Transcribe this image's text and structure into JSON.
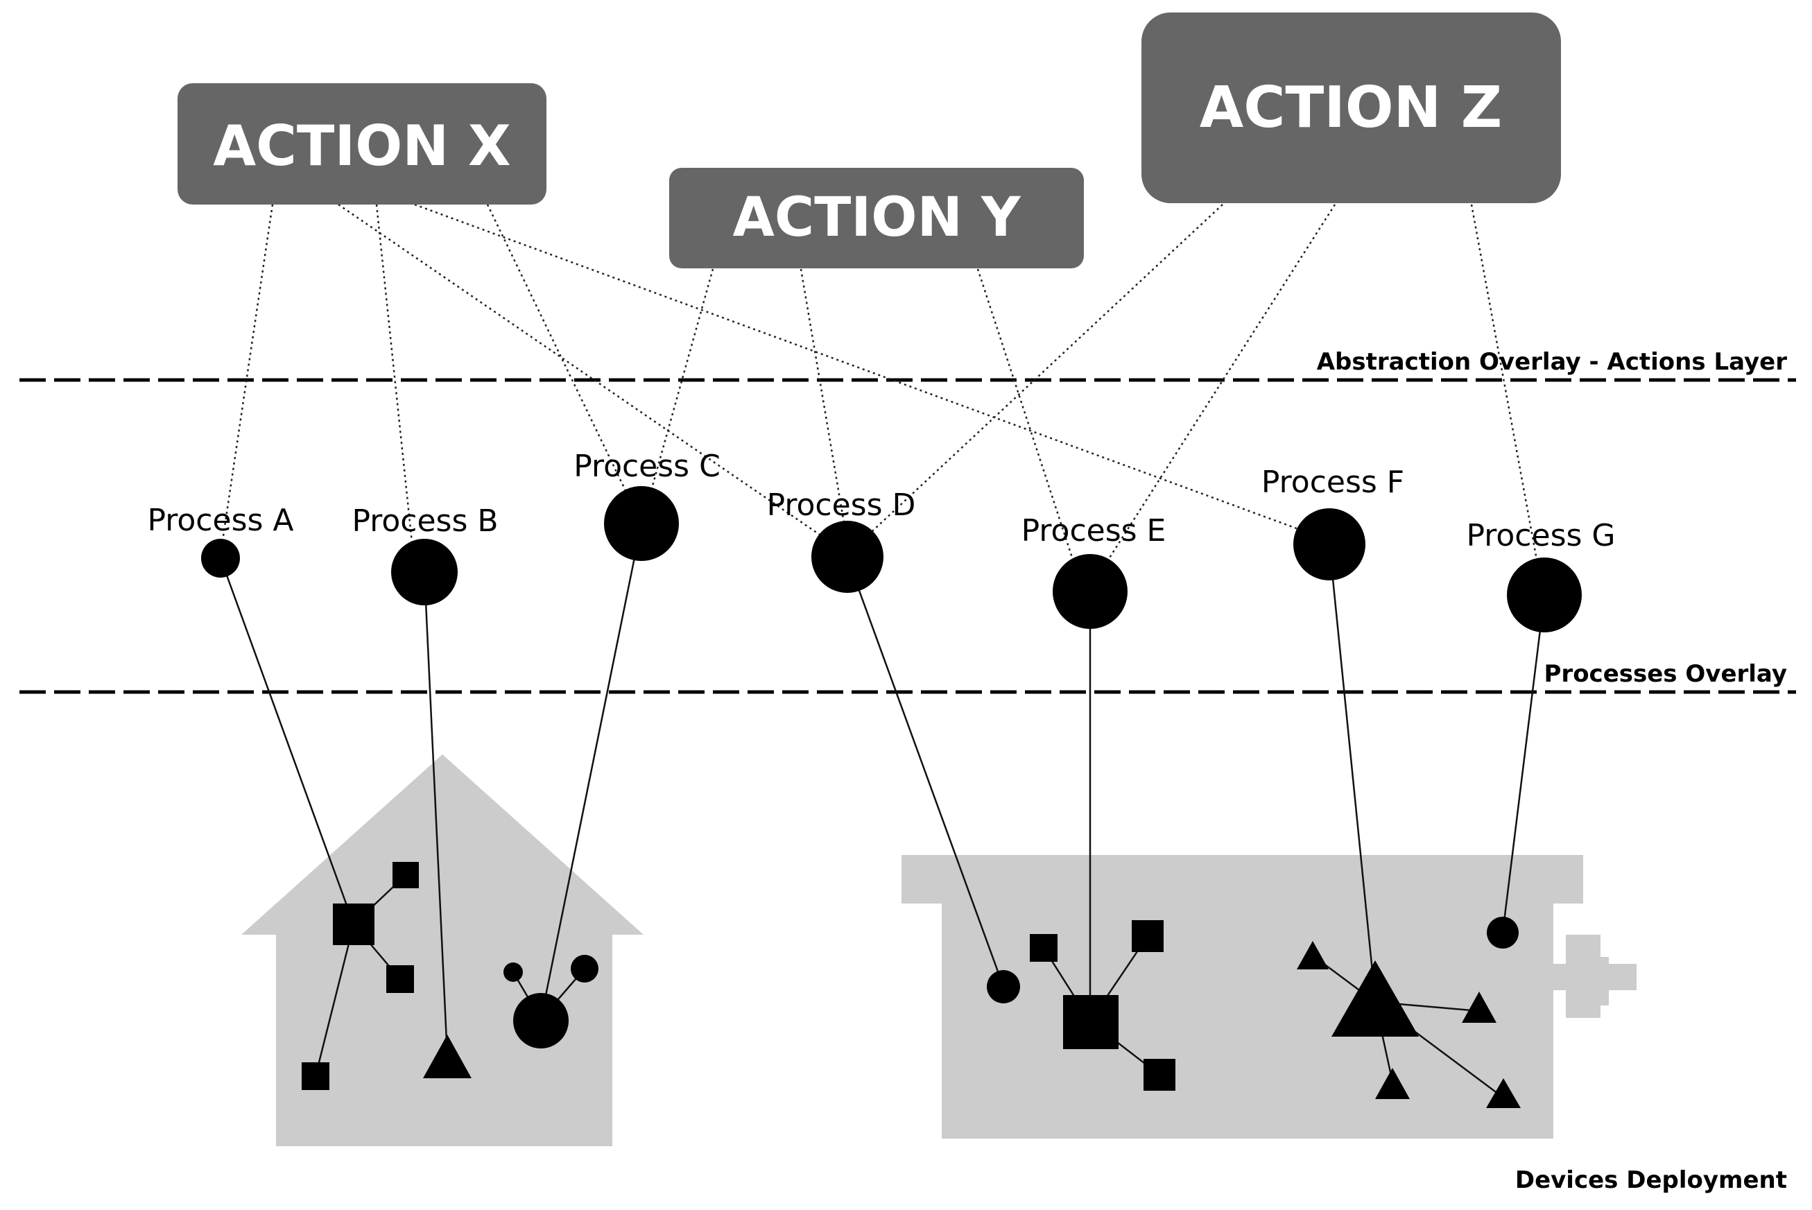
{
  "actions": {
    "x": {
      "label": "ACTION X"
    },
    "y": {
      "label": "ACTION Y"
    },
    "z": {
      "label": "ACTION Z"
    }
  },
  "processes": {
    "a": {
      "label": "Process A"
    },
    "b": {
      "label": "Process B"
    },
    "c": {
      "label": "Process C"
    },
    "d": {
      "label": "Process D"
    },
    "e": {
      "label": "Process E"
    },
    "f": {
      "label": "Process F"
    },
    "g": {
      "label": "Process G"
    }
  },
  "layers": {
    "actions": "Abstraction Overlay - Actions Layer",
    "processes": "Processes Overlay",
    "devices": "Devices Deployment"
  },
  "action_process_links": [
    [
      "ACTION X",
      "Process A"
    ],
    [
      "ACTION X",
      "Process B"
    ],
    [
      "ACTION X",
      "Process C"
    ],
    [
      "ACTION X",
      "Process D"
    ],
    [
      "ACTION X",
      "Process F"
    ],
    [
      "ACTION Y",
      "Process C"
    ],
    [
      "ACTION Y",
      "Process D"
    ],
    [
      "ACTION Y",
      "Process E"
    ],
    [
      "ACTION Z",
      "Process D"
    ],
    [
      "ACTION Z",
      "Process E"
    ],
    [
      "ACTION Z",
      "Process G"
    ]
  ],
  "colors": {
    "action_box": "#666666",
    "device_fill": "#cccccc",
    "node": "#000000"
  }
}
